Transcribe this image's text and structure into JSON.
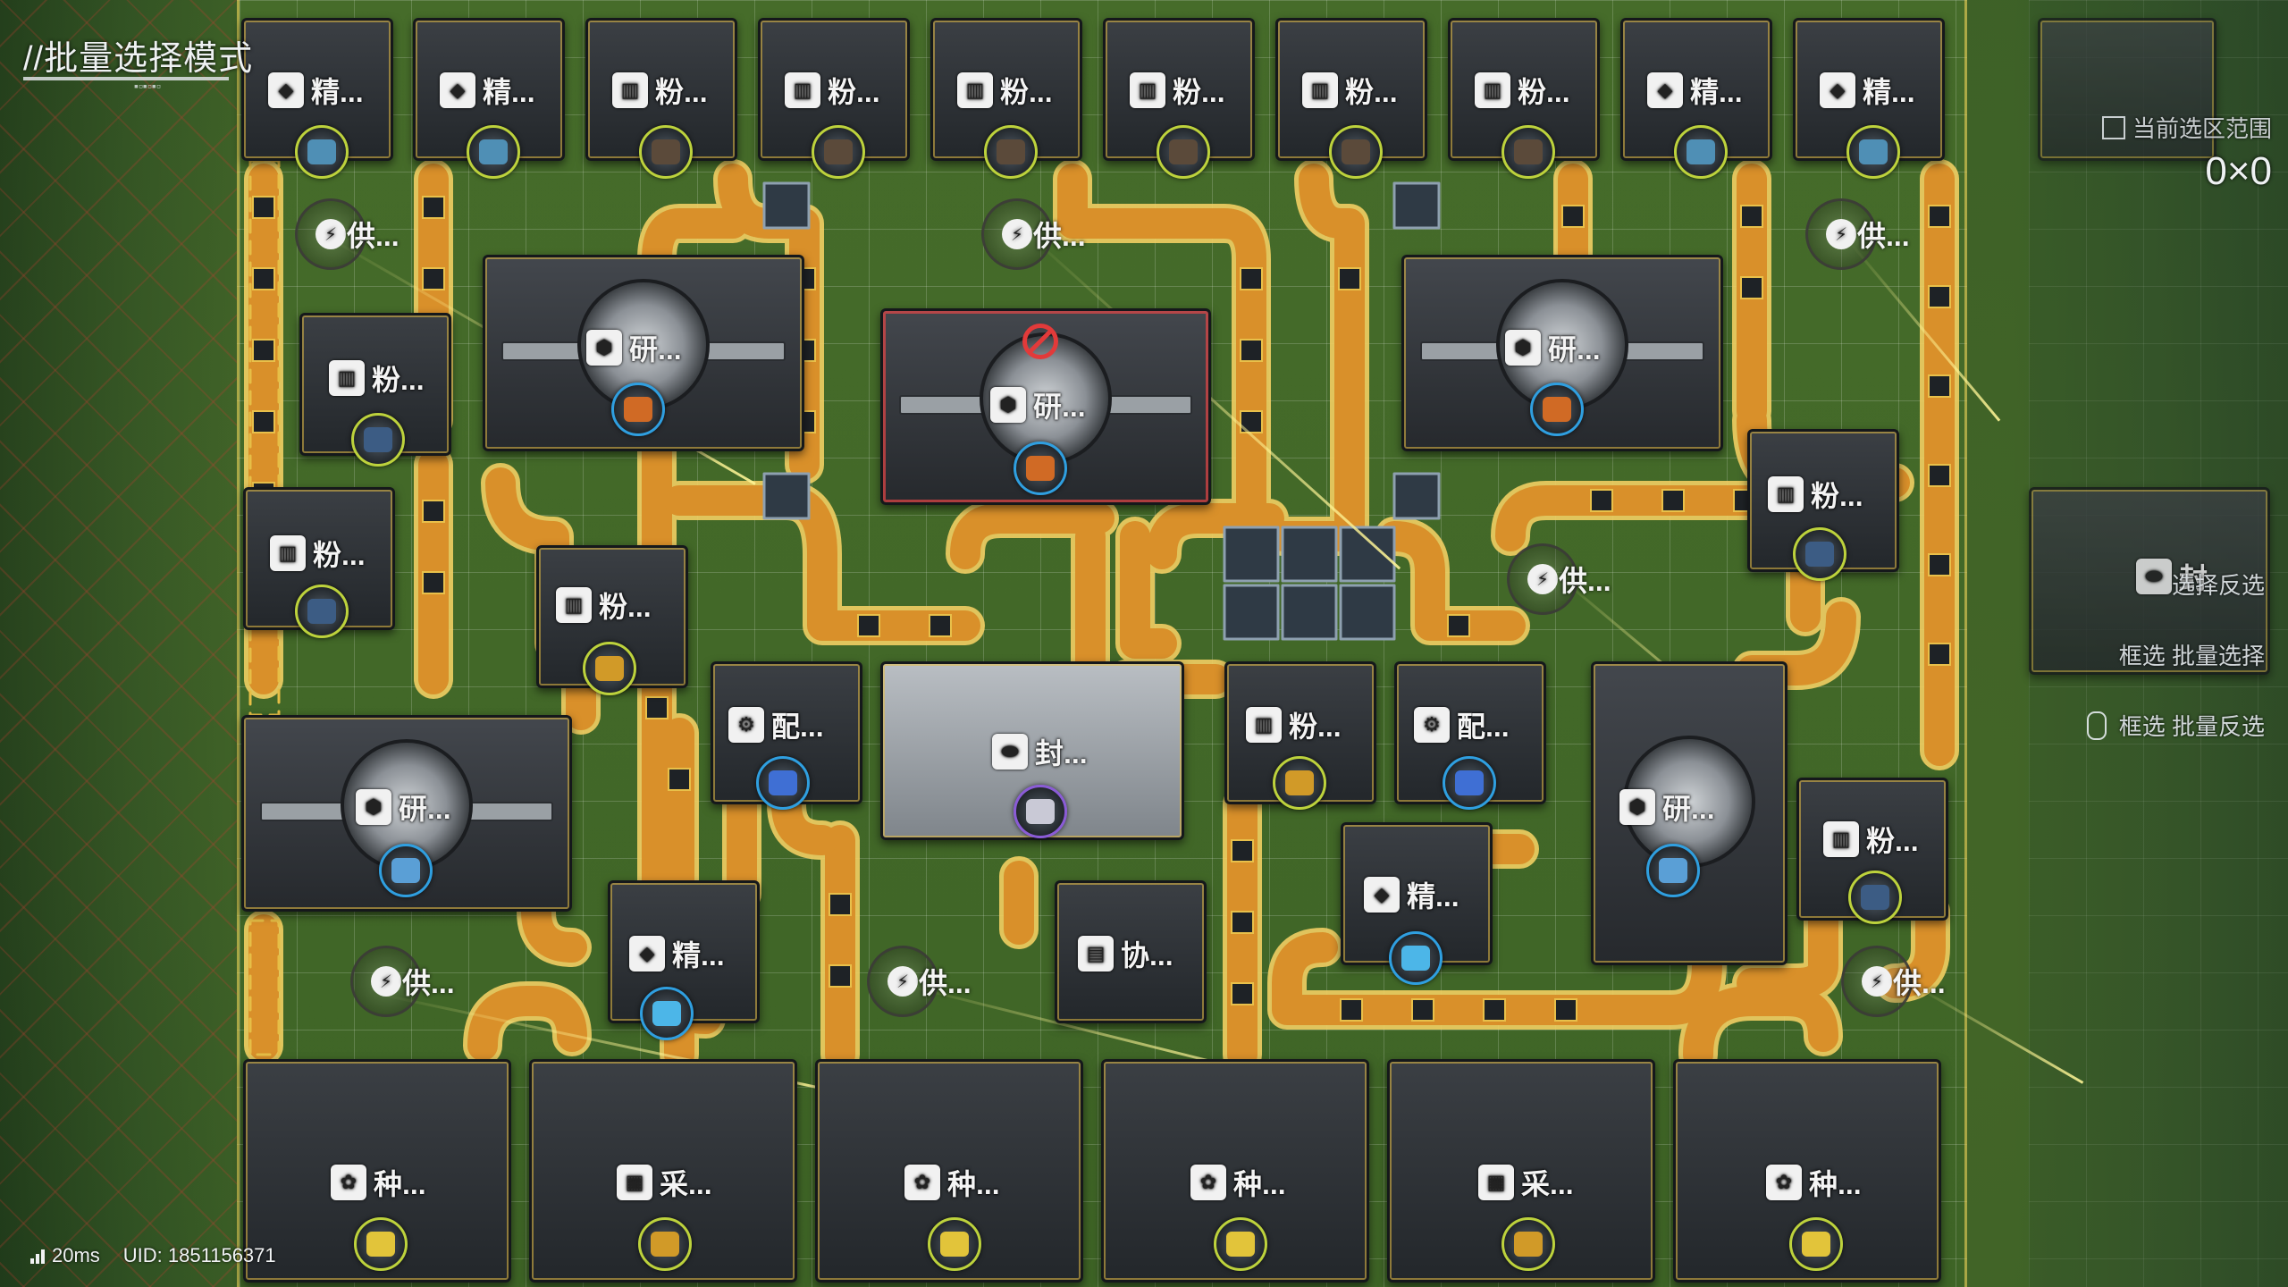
{
  "hud": {
    "mode_title": "//批量选择模式",
    "area_label": "当前选区范围",
    "area_value": "0×0",
    "hint_select": "框选 批量选择",
    "hint_deselect": "框选 批量反选",
    "hint_invert": "选择反选",
    "ping": "20ms",
    "uid": "UID: 1851156371"
  },
  "buildings": {
    "refiner_1": "精...",
    "refiner_2": "精...",
    "grinder_1": "粉...",
    "grinder_2": "粉...",
    "grinder_3": "粉...",
    "grinder_4": "粉...",
    "grinder_5": "粉...",
    "grinder_6": "粉...",
    "refiner_3": "精...",
    "refiner_4": "精...",
    "pylon_1": "供...",
    "pylon_2": "供...",
    "pylon_3": "供...",
    "research_1": "研...",
    "research_2": "研...",
    "research_3": "研...",
    "grinder_left_1": "粉...",
    "grinder_left_2": "粉...",
    "grinder_mid": "粉...",
    "grinder_right_1": "粉...",
    "pylon_mid_right": "供...",
    "seal_right": "封",
    "config_1": "配...",
    "seal_center": "封...",
    "grinder_center": "粉...",
    "config_2": "配...",
    "research_left": "研...",
    "research_right": "研...",
    "grinder_right_2": "粉...",
    "refiner_mid": "精...",
    "refiner_low": "精...",
    "pylon_low_1": "供...",
    "pylon_low_2": "供...",
    "coop": "协...",
    "pylon_low_3": "供...",
    "planter_1": "种...",
    "harvester_1": "采...",
    "planter_2": "种...",
    "planter_3": "种...",
    "harvester_2": "采...",
    "planter_4": "种..."
  },
  "colors": {
    "belt": "#e7a838",
    "belt_edge": "#f2cf63",
    "frame": "#e6be46",
    "warning": "#e23a3a",
    "ring_green": "#bdd23c",
    "ring_blue": "#2f9fe0",
    "ring_purple": "#8a5bd6"
  },
  "icons": {
    "refiner": "crystal-refine-icon",
    "grinder": "factory-grinder-icon",
    "pylon": "power-pylon-icon",
    "research": "research-cube-icon",
    "config": "config-gear-icon",
    "seal": "capsule-seal-icon",
    "coop": "document-coop-icon",
    "planter": "planter-icon",
    "harvester": "harvester-icon",
    "warning": "no-power-icon"
  }
}
